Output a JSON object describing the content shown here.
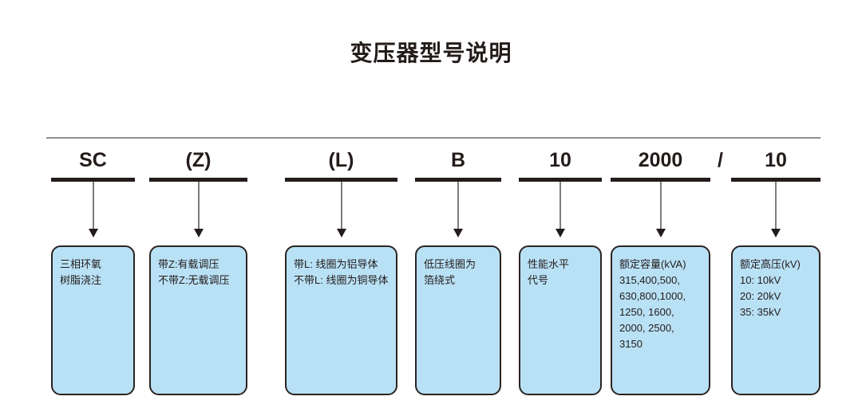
{
  "title": "变压器型号说明",
  "separator": "/",
  "colors": {
    "box_fill": "#b9e1f6",
    "box_border": "#2b2320",
    "text": "#231c1a",
    "rule": "#8f8f8f",
    "arrow": "#7d7d7d"
  },
  "columns": [
    {
      "code": "SC",
      "name": "three-phase-epoxy-resin",
      "lines": [
        "三相环氧",
        "树脂浇注"
      ]
    },
    {
      "code": "(Z)",
      "name": "tap-changer",
      "lines": [
        "带Z:有载调压",
        "不带Z:无载调压"
      ]
    },
    {
      "code": "(L)",
      "name": "winding-conductor",
      "lines": [
        "带L: 线圈为铝导体",
        "不带L: 线圈为铜导体"
      ]
    },
    {
      "code": "B",
      "name": "low-voltage-winding",
      "lines": [
        "低压线圈为",
        "箔绕式"
      ]
    },
    {
      "code": "10",
      "name": "performance-level",
      "lines": [
        "性能水平",
        "代号"
      ]
    },
    {
      "code": "2000",
      "name": "rated-capacity",
      "lines": [
        "额定容量(kVA)",
        "315,400,500,",
        "630,800,1000,",
        "1250, 1600,",
        "2000, 2500,",
        "3150"
      ]
    },
    {
      "code": "10",
      "name": "rated-high-voltage",
      "lines": [
        "额定高压(kV)",
        "10: 10kV",
        "20: 20kV",
        "35: 35kV"
      ]
    }
  ]
}
